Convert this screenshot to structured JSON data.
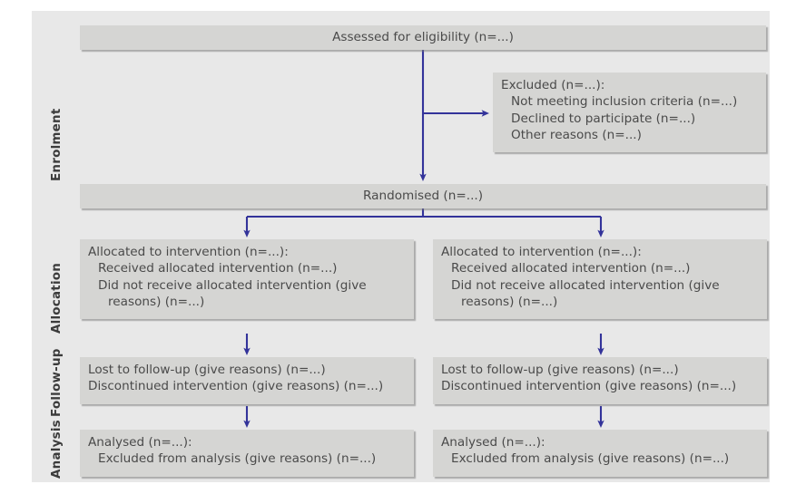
{
  "diagram": {
    "type": "consort-flow-diagram",
    "accent_color": "#33339a",
    "panel_bg": "#e8e8e8",
    "box_bg": "#d5d5d3",
    "text_color": "#4a4a4a",
    "label_color": "#3b3b3b"
  },
  "stages": [
    {
      "id": "enrolment",
      "label": "Enrolment"
    },
    {
      "id": "allocation",
      "label": "Allocation"
    },
    {
      "id": "followup",
      "label": "Follow-up"
    },
    {
      "id": "analysis",
      "label": "Analysis"
    }
  ],
  "boxes": {
    "assessed": {
      "lines": [
        "Assessed for eligibility (n=...)"
      ]
    },
    "excluded": {
      "lines": [
        "Excluded (n=...):",
        "Not meeting inclusion criteria (n=...)",
        "Declined to participate (n=...)",
        "Other reasons (n=...)"
      ]
    },
    "randomised": {
      "lines": [
        "Randomised (n=...)"
      ]
    },
    "allocated_left": {
      "lines": [
        "Allocated to intervention (n=...):",
        "Received allocated intervention (n=...)",
        "Did not receive allocated intervention (give",
        "reasons) (n=...)"
      ]
    },
    "allocated_right": {
      "lines": [
        "Allocated to intervention (n=...):",
        "Received allocated intervention (n=...)",
        "Did not receive allocated intervention (give",
        "reasons) (n=...)"
      ]
    },
    "followup_left": {
      "lines": [
        "Lost to follow-up (give reasons) (n=...)",
        "Discontinued intervention (give reasons) (n=...)"
      ]
    },
    "followup_right": {
      "lines": [
        "Lost to follow-up (give reasons) (n=...)",
        "Discontinued intervention (give reasons) (n=...)"
      ]
    },
    "analysis_left": {
      "lines": [
        "Analysed (n=...):",
        "Excluded from analysis (give reasons) (n=...)"
      ]
    },
    "analysis_right": {
      "lines": [
        "Analysed (n=...):",
        "Excluded from analysis (give reasons) (n=...)"
      ]
    }
  }
}
